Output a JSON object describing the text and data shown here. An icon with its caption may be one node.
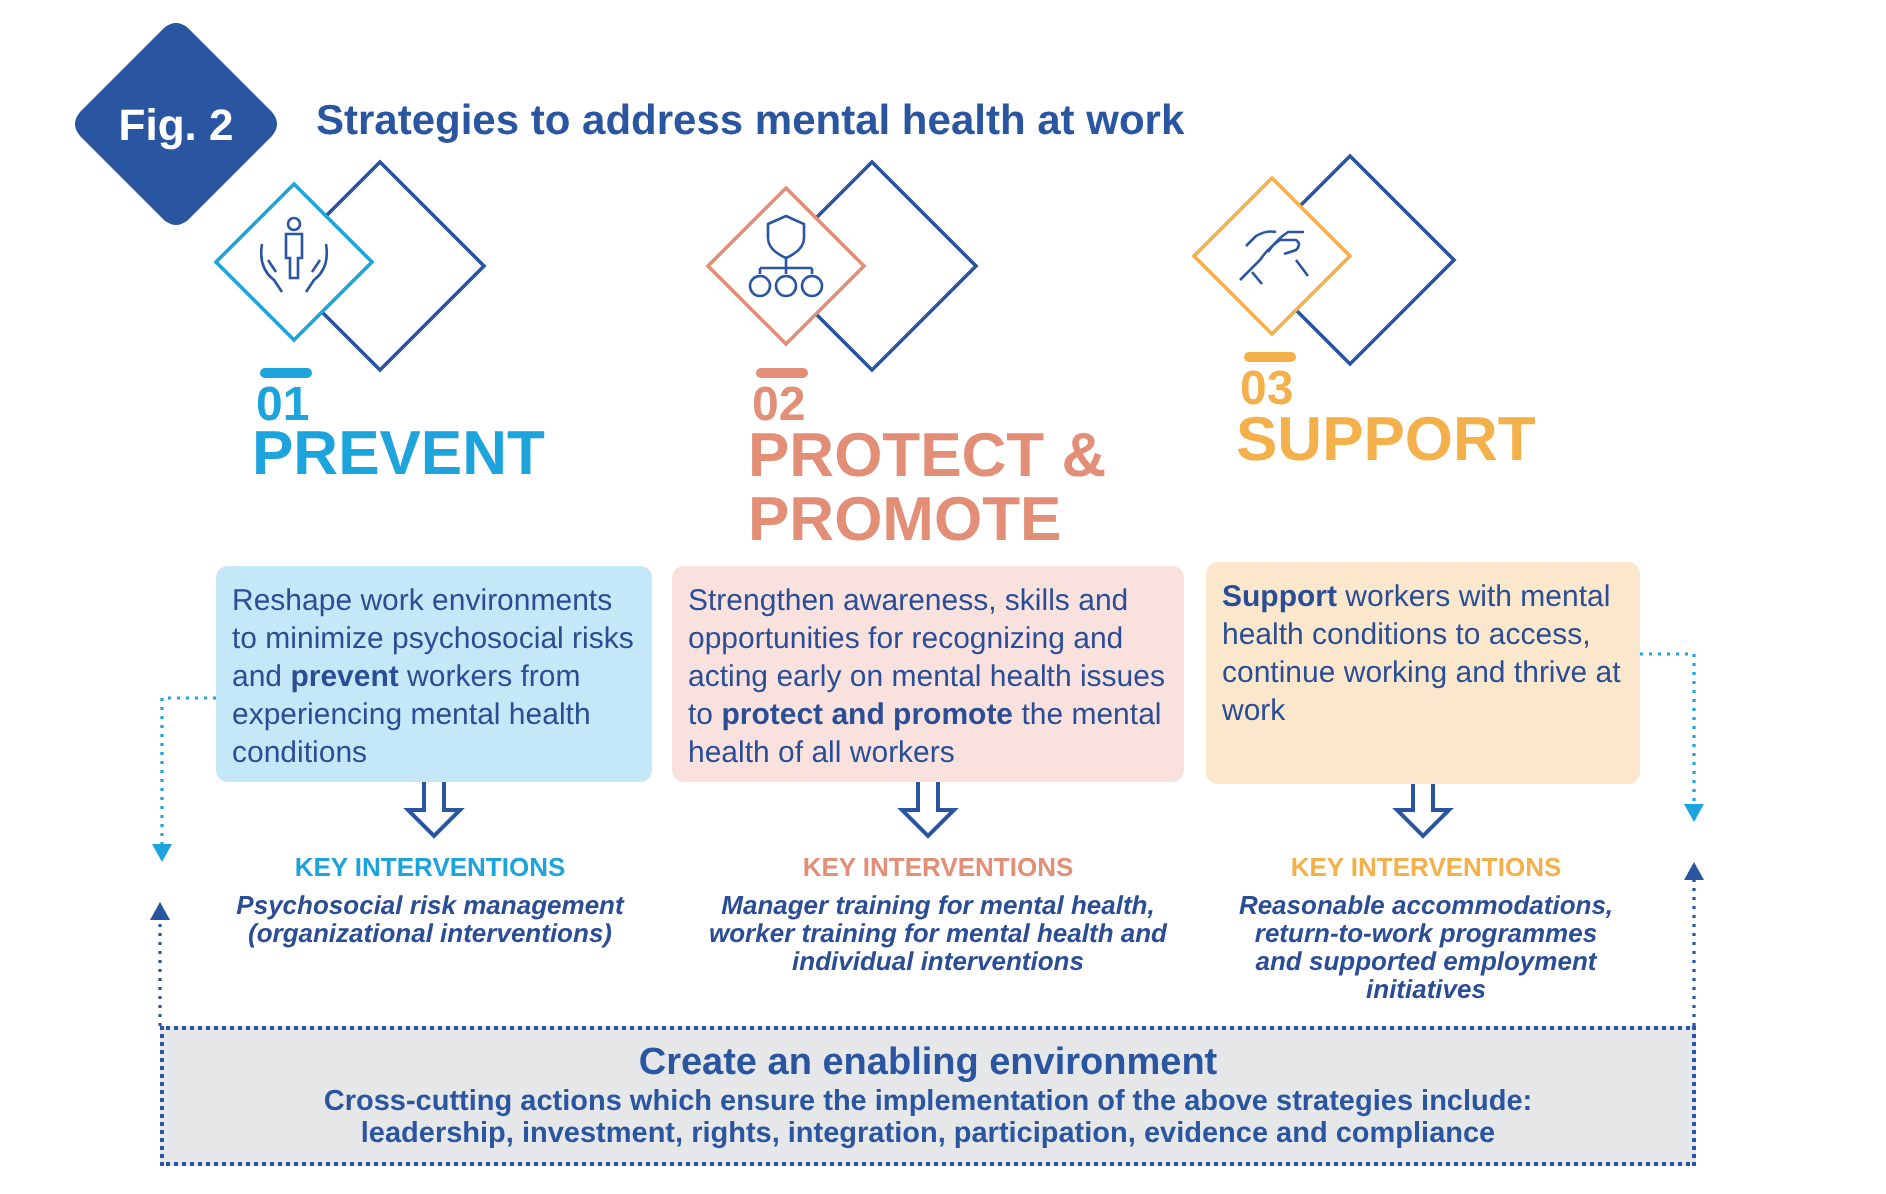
{
  "diagram": {
    "title": "Strategies to address mental health at work",
    "nodes": [
      {
        "text": [
          "Fig. 2"
        ]
      },
      {
        "text": [
          "Reshape work environments to minimize psychosocial risks and **prevent** workers from experiencing mental health conditions"
        ]
      },
      {
        "text": [
          "KEY INTERVENTIONS",
          "Psychosocial risk management (organizational interventions)"
        ]
      },
      {
        "text": [
          "Strengthen awareness, skills and opportunities for recognizing and acting early on mental health issues to **protect and promote** the mental health of all workers"
        ]
      },
      {
        "text": [
          "KEY INTERVENTIONS",
          "Manager training for mental health, worker training for mental health and individual interventions"
        ]
      },
      {
        "text": [
          "**Support** workers with mental health conditions to access, continue working and thrive at work"
        ]
      },
      {
        "text": [
          "KEY INTERVENTIONS",
          "Reasonable accommodations, return-to-work programmes and supported employment initiatives"
        ]
      },
      {
        "text": [
          "Create an enabling environment",
          "Cross-cutting actions which ensure the implementation of the above strategies include: leadership, investment, rights, integration, participation, evidence and compliance"
        ]
      }
    ],
    "edges": [
      {
        "from": 1,
        "to": 2,
        "arrow": "to"
      },
      {
        "from": 3,
        "to": 4,
        "arrow": "to"
      },
      {
        "from": 5,
        "to": 6,
        "arrow": "to"
      },
      {
        "from": 1,
        "to": null,
        "arrow": "to",
        "style": "dashed",
        "color": "#1ea4dd"
      },
      {
        "from": 7,
        "to": null,
        "arrow": "to",
        "style": "dashed"
      },
      {
        "from": 5,
        "to": null,
        "arrow": "to",
        "style": "dashed",
        "color": "#1ea4dd"
      },
      {
        "from": 7,
        "to": null,
        "arrow": "to",
        "style": "dashed"
      }
    ],
    "labels": [
      "01",
      "PREVENT",
      "02",
      "PROTECT & PROMOTE",
      "03",
      "SUPPORT"
    ]
  }
}
